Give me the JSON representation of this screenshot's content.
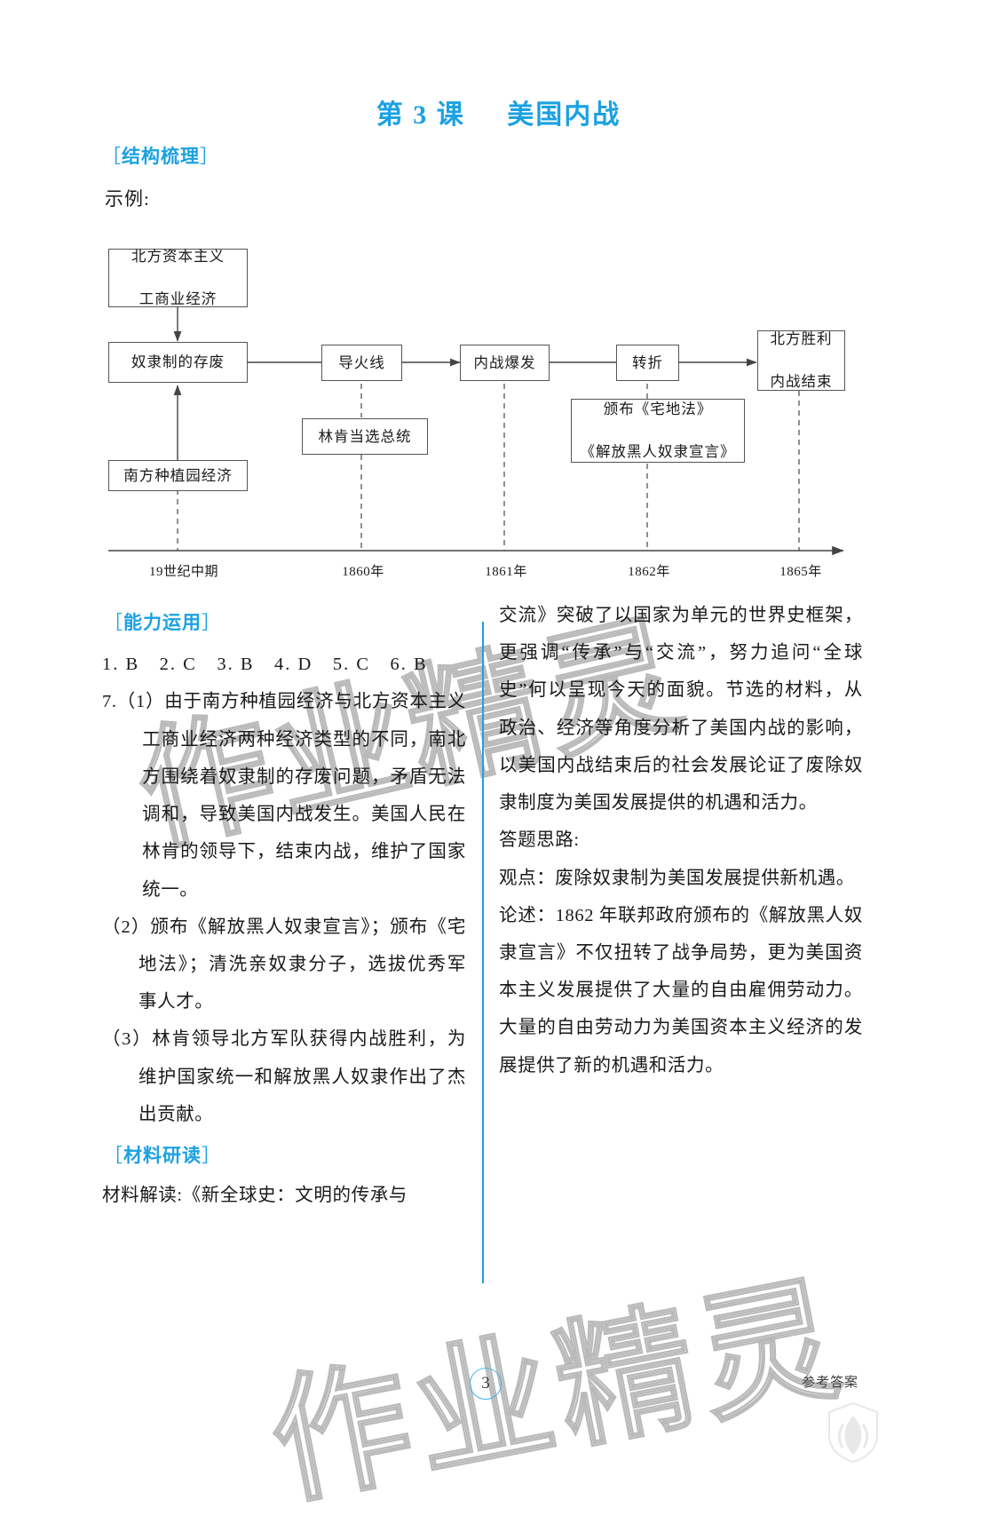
{
  "title": {
    "prefix": "第 3 课",
    "name": "美国内战"
  },
  "sections": {
    "structure": "结构梳理",
    "ability": "能力运用",
    "material": "材料研读",
    "bracket_open": "［",
    "bracket_close": "］"
  },
  "sample_label": "示例:",
  "chart_data": {
    "type": "diagram",
    "title": "美国内战结构梳理示意图",
    "nodes": [
      {
        "id": "north",
        "label": "北方资本主义\n工商业经济"
      },
      {
        "id": "slavery",
        "label": "奴隶制的存废"
      },
      {
        "id": "south",
        "label": "南方种植园经济"
      },
      {
        "id": "fuse",
        "label": "导火线"
      },
      {
        "id": "lincoln",
        "label": "林肯当选总统"
      },
      {
        "id": "outbreak",
        "label": "内战爆发"
      },
      {
        "id": "turning",
        "label": "转折"
      },
      {
        "id": "acts",
        "label": "颁布《宅地法》\n《解放黑人奴隶宣言》"
      },
      {
        "id": "victory",
        "label": "北方胜利\n内战结束"
      }
    ],
    "edges": [
      {
        "from": "north",
        "to": "slavery",
        "style": "arrow-down"
      },
      {
        "from": "south",
        "to": "slavery",
        "style": "arrow-up"
      },
      {
        "from": "slavery",
        "to": "fuse",
        "style": "line"
      },
      {
        "from": "fuse",
        "to": "outbreak",
        "style": "arrow"
      },
      {
        "from": "outbreak",
        "to": "turning",
        "style": "line"
      },
      {
        "from": "turning",
        "to": "victory",
        "style": "arrow"
      },
      {
        "from": "fuse",
        "to": "lincoln",
        "style": "dashed"
      },
      {
        "from": "turning",
        "to": "acts",
        "style": "dashed"
      }
    ],
    "timeline_labels": [
      "19世纪中期",
      "1860年",
      "1861年",
      "1862年",
      "1865年"
    ]
  },
  "chart_boxes": {
    "north_l1": "北方资本主义",
    "north_l2": "工商业经济",
    "slavery": "奴隶制的存废",
    "south": "南方种植园经济",
    "fuse": "导火线",
    "lincoln": "林肯当选总统",
    "outbreak": "内战爆发",
    "turning": "转折",
    "acts_l1": "颁布《宅地法》",
    "acts_l2": "《解放黑人奴隶宣言》",
    "victory_l1": "北方胜利",
    "victory_l2": "内战结束"
  },
  "timeline": {
    "t1": "19世纪中期",
    "t2": "1860年",
    "t3": "1861年",
    "t4": "1862年",
    "t5": "1865年"
  },
  "left_column": {
    "mcq_answers": "1. B　2. C　3. B　4. D　5. C　6. B",
    "q7_1": "7.（1）由于南方种植园经济与北方资本主义工商业经济两种经济类型的不同，南北方围绕着奴隶制的存废问题，矛盾无法调和，导致美国内战发生。美国人民在林肯的领导下，结束内战，维护了国家统一。",
    "q7_2": "（2）颁布《解放黑人奴隶宣言》；颁布《宅地法》；清洗亲奴隶分子，选拔优秀军事人才。",
    "q7_3": "（3）林肯领导北方军队获得内战胜利，为维护国家统一和解放黑人奴隶作出了杰出贡献。",
    "material_lead": "材料解读:《新全球史：文明的传承与"
  },
  "right_column": {
    "material_body": "交流》突破了以国家为单元的世界史框架，更强调“传承”与“交流”，努力追问“全球史”何以呈现今天的面貌。节选的材料，从政治、经济等角度分析了美国内战的影响，以美国内战结束后的社会发展论证了废除奴隶制度为美国发展提供的机遇和活力。",
    "thinking_label": "答题思路:",
    "viewpoint": "观点：废除奴隶制为美国发展提供新机遇。",
    "argument": "论述：1862 年联邦政府颁布的《解放黑人奴隶宣言》不仅扭转了战争局势，更为美国资本主义发展提供了大量的自由雇佣劳动力。大量的自由劳动力为美国资本主义经济的发展提供了新的机遇和活力。"
  },
  "watermark": {
    "text": "作业精灵"
  },
  "footer": {
    "page_number": "3",
    "label": "参考答案"
  },
  "colors": {
    "accent": "#1ba1e2",
    "rule": "#1ba1e2",
    "box_border": "#555555"
  }
}
